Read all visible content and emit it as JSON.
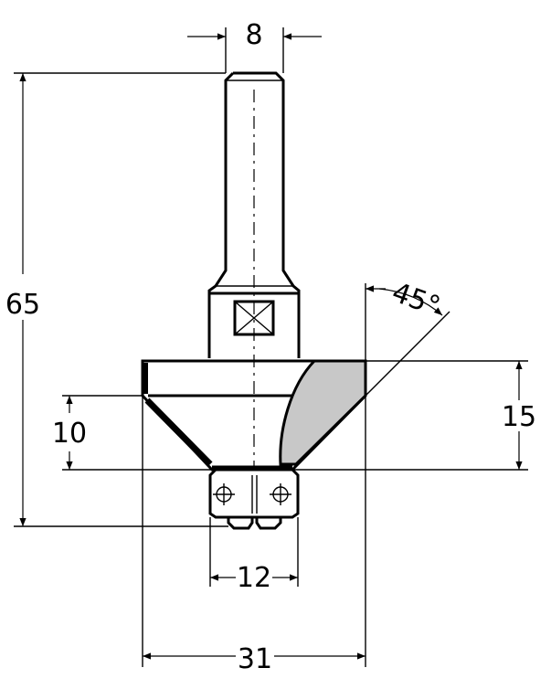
{
  "dimensions": {
    "shank_diameter": "8",
    "total_length": "65",
    "cutting_height": "15",
    "bevel_height": "10",
    "bearing_diameter": "12",
    "cutting_diameter": "31",
    "angle": "45°"
  },
  "colors": {
    "line": "#000000",
    "insert_fill": "#c8c8c8",
    "background": "#ffffff"
  }
}
